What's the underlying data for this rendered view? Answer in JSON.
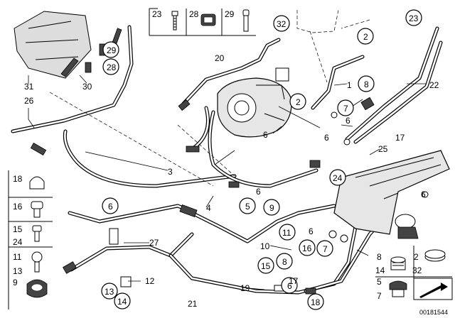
{
  "document_id": "00181544",
  "labels": {
    "l1": "1",
    "l2a": "2",
    "l2b": "2",
    "l2c": "2",
    "l3": "3",
    "l4": "4",
    "l5a": "5",
    "l5b": "5",
    "l6a": "6",
    "l6b": "6",
    "l6c": "6",
    "l6d": "6",
    "l6e": "6",
    "l6f": "6",
    "l6g": "6",
    "l7a": "7",
    "l7b": "7",
    "l7c": "7",
    "l8a": "8",
    "l8b": "8",
    "l8c": "8",
    "l9a": "9",
    "l9b": "9",
    "l10": "10",
    "l11a": "11",
    "l11b": "11",
    "l12": "12",
    "l13a": "13",
    "l13b": "13",
    "l14a": "14",
    "l14b": "14",
    "l15a": "15",
    "l15b": "15",
    "l16a": "16",
    "l16b": "16",
    "l17a": "17",
    "l17b": "17",
    "l18a": "18",
    "l18b": "18",
    "l19": "19",
    "l20": "20",
    "l21": "21",
    "l22": "22",
    "l23a": "23",
    "l23b": "23",
    "l24a": "24",
    "l24b": "24",
    "l25": "25",
    "l26": "26",
    "l27": "27",
    "l28a": "28",
    "l28b": "28",
    "l29a": "29",
    "l29b": "29",
    "l30": "30",
    "l31": "31",
    "l32a": "32",
    "l32b": "32"
  },
  "legend_top": [
    "23",
    "28",
    "29"
  ],
  "legend_left": [
    [
      "18"
    ],
    [
      "16"
    ],
    [
      "15",
      "24"
    ],
    [
      "11",
      "13",
      "9"
    ]
  ],
  "legend_right": [
    [
      "8",
      "14"
    ],
    [
      "2",
      "32"
    ],
    [
      "5",
      "7"
    ]
  ]
}
